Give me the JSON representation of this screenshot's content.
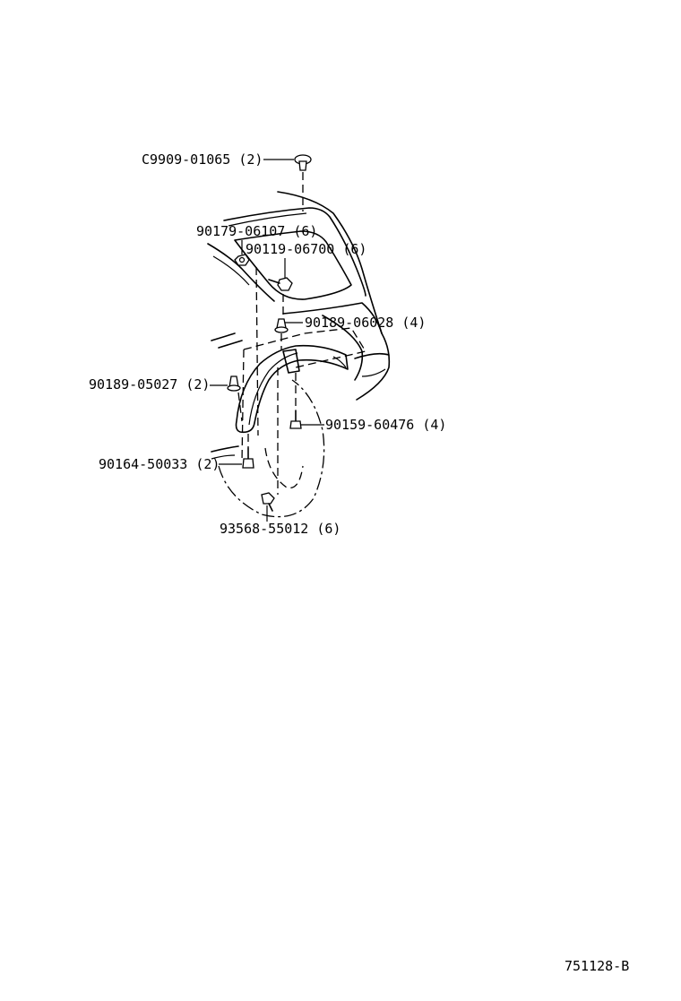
{
  "callouts": [
    {
      "id": "c9909",
      "text": "C9909-01065 (2)"
    },
    {
      "id": "p90179",
      "text": "90179-06107 (6)"
    },
    {
      "id": "p90119",
      "text": "90119-06700 (6)"
    },
    {
      "id": "p90189a",
      "text": "90189-06028 (4)"
    },
    {
      "id": "p90189b",
      "text": "90189-05027 (2)"
    },
    {
      "id": "p90159",
      "text": "90159-60476 (4)"
    },
    {
      "id": "p90164",
      "text": "90164-50033 (2)"
    },
    {
      "id": "p93568",
      "text": "93568-55012 (6)"
    }
  ],
  "diagram_code": "751128-B"
}
